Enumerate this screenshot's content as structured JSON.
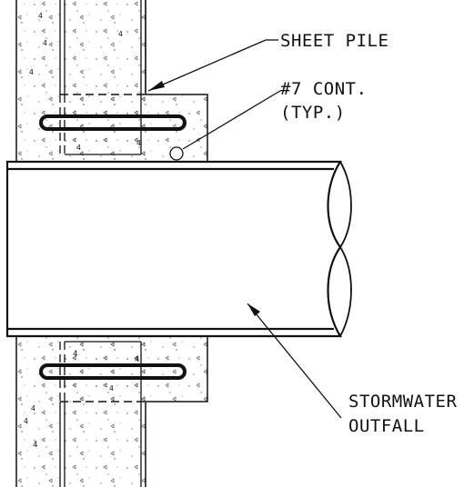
{
  "labels": {
    "sheet_pile": "SHEET PILE",
    "rebar_line1": "#7 CONT.",
    "rebar_line2": "(TYP.)",
    "outfall_line1": "STORMWATER",
    "outfall_line2": "OUTFALL"
  },
  "colors": {
    "line": "#111111",
    "concrete_speckle": "#555555",
    "background": "#ffffff"
  }
}
